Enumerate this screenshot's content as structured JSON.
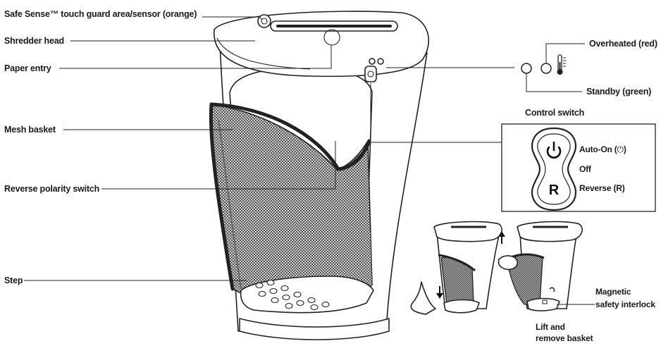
{
  "callouts": {
    "safe_sense": "Safe Sense™ touch guard area/sensor (orange)",
    "shredder_head": "Shredder head",
    "paper_entry": "Paper entry",
    "mesh_basket": "Mesh basket",
    "reverse_polarity": "Reverse polarity switch",
    "step": "Step",
    "overheated": "Overheated (red)",
    "standby": "Standby (green)"
  },
  "control_switch": {
    "title": "Control switch",
    "auto_on": "Auto-On (",
    "auto_on_end": ")",
    "off": "Off",
    "reverse": "Reverse (R)",
    "button_letter": "R"
  },
  "removal": {
    "magnetic_line1": "Magnetic",
    "magnetic_line2": "safety interlock",
    "lift_line1": "Lift and",
    "lift_line2": "remove basket"
  },
  "icons": [
    "power-icon",
    "thermometer-icon",
    "up-arrow-icon",
    "down-arrow-icon"
  ]
}
